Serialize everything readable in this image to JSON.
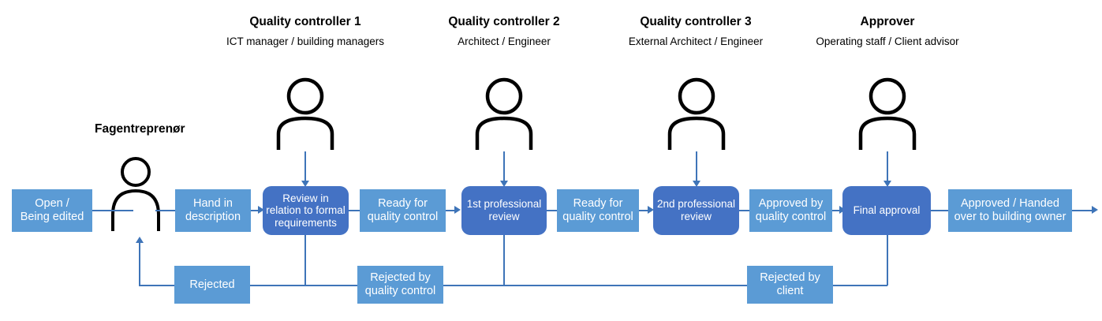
{
  "lanes": {
    "contractor_label": "Fagentreprenør",
    "roles": [
      {
        "title": "Quality controller 1",
        "subtitle": "ICT manager / building managers"
      },
      {
        "title": "Quality controller 2",
        "subtitle": "Architect / Engineer"
      },
      {
        "title": "Quality controller 3",
        "subtitle": "External Architect / Engineer"
      },
      {
        "title": "Approver",
        "subtitle": "Operating staff / Client advisor"
      }
    ]
  },
  "flow": {
    "states": [
      {
        "line1": "Open /",
        "line2": "Being edited"
      },
      {
        "line1": "Hand in",
        "line2": "description"
      },
      {
        "line1": "Ready for",
        "line2": "quality control"
      },
      {
        "line1": "Ready for",
        "line2": "quality control"
      },
      {
        "line1": "Approved by",
        "line2": "quality control"
      },
      {
        "line1": "Approved / Handed",
        "line2": "over to building owner"
      }
    ],
    "tasks": [
      {
        "line1": "Review in",
        "line2": "relation to formal",
        "line3": "requirements"
      },
      {
        "line1": "1st professional",
        "line2": "review",
        "line3": ""
      },
      {
        "line1": "2nd professional",
        "line2": "review",
        "line3": ""
      },
      {
        "line1": "Final approval",
        "line2": "",
        "line3": ""
      }
    ],
    "rejections": [
      {
        "line1": "Rejected",
        "line2": ""
      },
      {
        "line1": "Rejected by",
        "line2": "quality control"
      },
      {
        "line1": "Rejected by",
        "line2": "client"
      }
    ]
  },
  "colors": {
    "state_fill": "#5B9BD5",
    "task_fill": "#4472C4",
    "connector": "#3E74B8",
    "icon_stroke": "#000000",
    "text_on_fill": "#FFFFFF"
  },
  "icons": {
    "actor": "person-icon"
  }
}
